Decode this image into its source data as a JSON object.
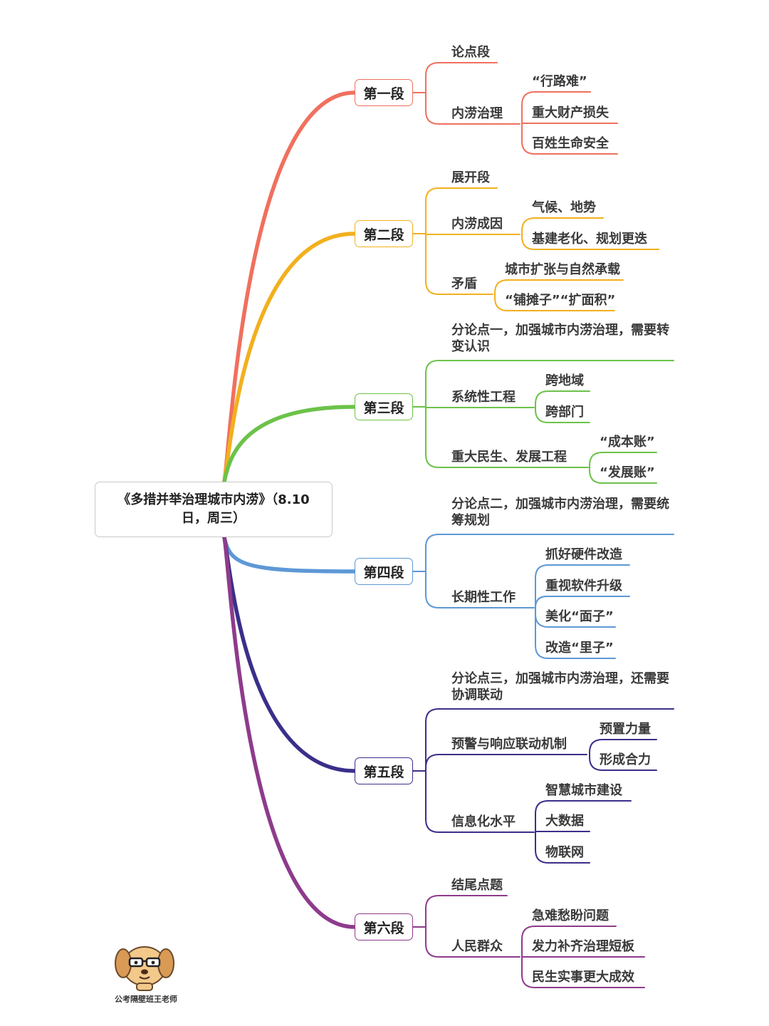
{
  "root_title": "《多措并举治理城市内涝》（8.10日，周三）",
  "watermark": "公考隔壁班王老师",
  "colors": {
    "sec1": "#f0705e",
    "sec2": "#f2b01e",
    "sec3": "#6cc24a",
    "sec4": "#5d98d6",
    "sec5": "#3a2f8a",
    "sec6": "#8e3b8c"
  },
  "sections": [
    {
      "label": "第一段",
      "children": [
        {
          "label": "论点段",
          "children": []
        },
        {
          "label": "内涝治理",
          "children": [
            "“行路难”",
            "重大财产损失",
            "百姓生命安全"
          ]
        }
      ]
    },
    {
      "label": "第二段",
      "children": [
        {
          "label": "展开段",
          "children": []
        },
        {
          "label": "内涝成因",
          "children": [
            "气候、地势",
            "基建老化、规划更迭"
          ]
        },
        {
          "label": "矛盾",
          "children": [
            "城市扩张与自然承载",
            "“铺摊子”“扩面积”"
          ]
        }
      ]
    },
    {
      "label": "第三段",
      "children": [
        {
          "label": "分论点一，加强城市内涝治理，需要转变认识",
          "children": []
        },
        {
          "label": "系统性工程",
          "children": [
            "跨地域",
            "跨部门"
          ]
        },
        {
          "label": "重大民生、发展工程",
          "children": [
            "“成本账”",
            "“发展账”"
          ]
        }
      ]
    },
    {
      "label": "第四段",
      "children": [
        {
          "label": "分论点二，加强城市内涝治理，需要统筹规划",
          "children": []
        },
        {
          "label": "长期性工作",
          "children": [
            "抓好硬件改造",
            "重视软件升级",
            "美化“面子”",
            "改造“里子”"
          ]
        }
      ]
    },
    {
      "label": "第五段",
      "children": [
        {
          "label": "分论点三，加强城市内涝治理，还需要协调联动",
          "children": []
        },
        {
          "label": "预警与响应联动机制",
          "children": [
            "预置力量",
            "形成合力"
          ]
        },
        {
          "label": "信息化水平",
          "children": [
            "智慧城市建设",
            "大数据",
            "物联网"
          ]
        }
      ]
    },
    {
      "label": "第六段",
      "children": [
        {
          "label": "结尾点题",
          "children": []
        },
        {
          "label": "人民群众",
          "children": [
            "急难愁盼问题",
            "发力补齐治理短板",
            "民生实事更大成效"
          ]
        }
      ]
    }
  ]
}
